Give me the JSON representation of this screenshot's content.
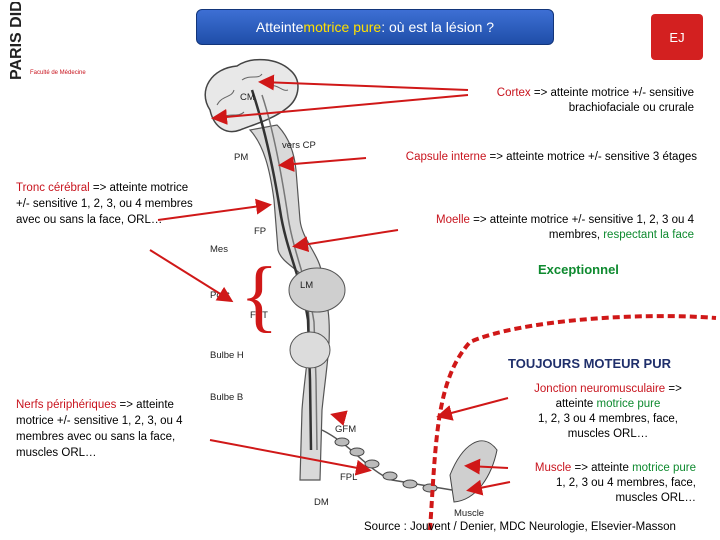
{
  "logo": {
    "word": "PARIS DIDEROT",
    "small": "Faculté de Médecine"
  },
  "title": {
    "part1": "Atteinte ",
    "highlight": "motrice pure",
    "part2": " : où est la lésion ?"
  },
  "badge": "EJ",
  "cortex": {
    "term": "Cortex",
    "rest": " => atteinte motrice +/- sensitive",
    "line2": "brachiofaciale ou crurale"
  },
  "capsule": {
    "term": "Capsule interne",
    "rest": " => atteinte motrice +/- sensitive 3 étages"
  },
  "tronc": {
    "term": "Tronc cérébral",
    "rest": " => atteinte motrice +/- sensitive 1, 2, 3, ou 4 membres avec ou sans la face, ORL…"
  },
  "moelle": {
    "term": "Moelle",
    "rest": " => atteinte motrice +/- sensitive 1, 2, 3 ou 4 membres, ",
    "green": "respectant la face"
  },
  "exceptionnel": "Exceptionnel",
  "toujours": "TOUJOURS MOTEUR PUR",
  "jonction": {
    "term": "Jonction neuromusculaire",
    "rest": " =>",
    "line2a": "atteinte ",
    "green": "motrice pure",
    "line3": "1, 2, 3 ou 4 membres, face,",
    "line4": "muscles ORL…"
  },
  "nerfs": {
    "term": "Nerfs périphériques",
    "rest": " => atteinte motrice +/- sensitive 1, 2, 3, ou 4 membres avec ou sans la face, muscles ORL…"
  },
  "muscle": {
    "term": "Muscle",
    "rest": " => atteinte ",
    "green": "motrice pure",
    "line2": "1, 2, 3 ou 4 membres, face,",
    "line3": "muscles ORL…"
  },
  "source": "Source : Jouvent / Denier, MDC Neurologie, Elsevier-Masson",
  "figure_labels": [
    "CM",
    "vers CP",
    "PM",
    "FP",
    "Mes",
    "Pont",
    "LM",
    "FST",
    "Bulbe H",
    "Bulbe B",
    "GFM",
    "FPL",
    "DM",
    "Muscle"
  ]
}
